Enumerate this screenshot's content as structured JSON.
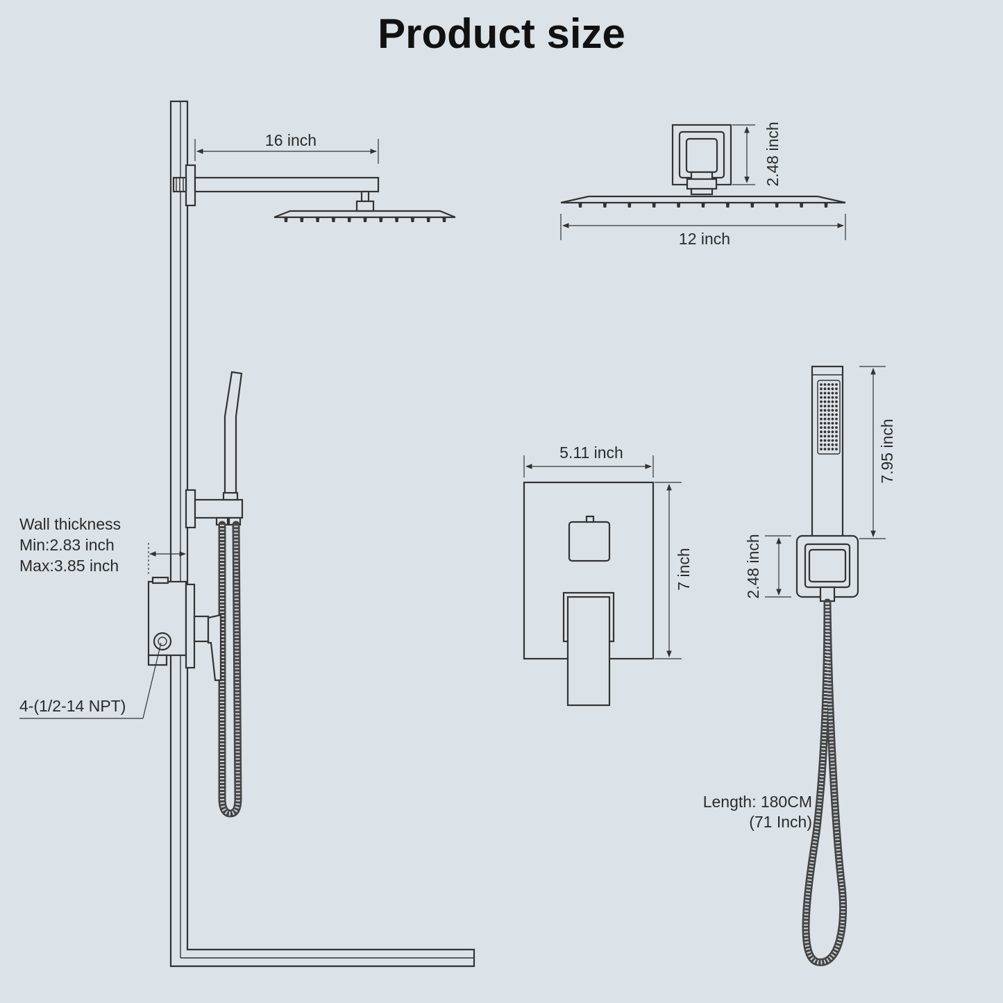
{
  "title": "Product size",
  "labels": {
    "arm_length": "16 inch",
    "head_height": "2.48 inch",
    "head_width": "12 inch",
    "plate_width": "5.11 inch",
    "plate_height": "7 inch",
    "handheld_length": "7.95 inch",
    "holder_height": "2.48 inch",
    "wall_thickness_title": "Wall thickness",
    "wall_thickness_min": "Min:2.83 inch",
    "wall_thickness_max": "Max:3.85 inch",
    "npt": "4-(1/2-14 NPT)",
    "hose_length_1": "Length: 180CM",
    "hose_length_2": "(71 Inch)"
  }
}
